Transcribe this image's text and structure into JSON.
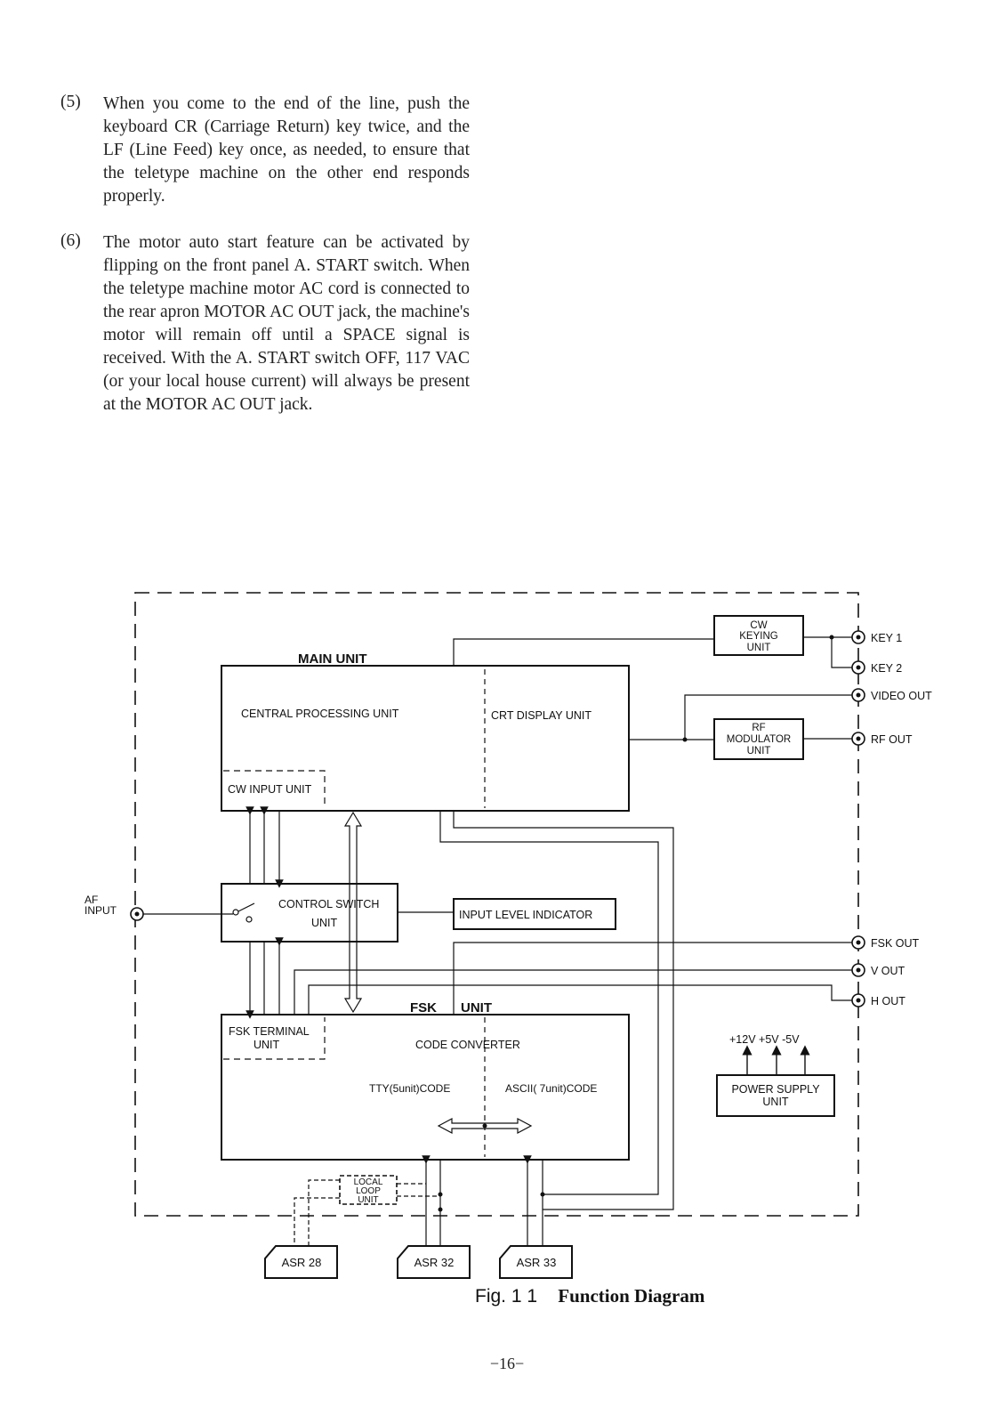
{
  "paragraphs": [
    {
      "number": "(5)",
      "text": "When you come to the end of the line, push the keyboard CR (Carriage Return) key twice, and the LF (Line Feed) key once, as needed, to ensure that the teletype machine on the other end responds properly."
    },
    {
      "number": "(6)",
      "text": "The motor auto start feature can be activated by flipping on the front panel A. START switch. When the teletype machine motor AC cord is connected to the rear apron MOTOR AC OUT jack, the machine's motor will remain off until a SPACE signal is received. With the A. START switch OFF, 117 VAC (or your local house current) will always be present at the MOTOR AC OUT jack."
    }
  ],
  "diagram": {
    "main_unit": "MAIN UNIT",
    "cpu": "CENTRAL PROCESSING UNIT",
    "crt": "CRT DISPLAY UNIT",
    "cw_input": "CW INPUT UNIT",
    "cw_keying": [
      "CW",
      "KEYING",
      "UNIT"
    ],
    "rf_modulator": [
      "RF",
      "MODULATOR",
      "UNIT"
    ],
    "control_switch": [
      "CONTROL SWITCH",
      "UNIT"
    ],
    "input_level": "INPUT LEVEL INDICATOR",
    "fsk_unit": [
      "FSK",
      "UNIT"
    ],
    "fsk_terminal": [
      "FSK TERMINAL",
      "UNIT"
    ],
    "code_converter": "CODE CONVERTER",
    "tty_code": "TTY(5unit)CODE",
    "ascii_code": "ASCII( 7unit)CODE",
    "power_supply": [
      "POWER SUPPLY",
      "UNIT"
    ],
    "voltages": "+12V +5V -5V",
    "local_loop": [
      "LOCAL",
      "LOOP",
      "UNIT"
    ],
    "af_input": [
      "AF",
      "INPUT"
    ],
    "outputs": {
      "key1": "KEY 1",
      "key2": "KEY 2",
      "video_out": "VIDEO OUT",
      "rf_out": "RF OUT",
      "fsk_out": "FSK OUT",
      "v_out": "V OUT",
      "h_out": "H OUT"
    },
    "terminals": [
      "ASR 28",
      "ASR 32",
      "ASR 33"
    ]
  },
  "caption": {
    "figure": "Fig. 1 1",
    "title": "Function Diagram"
  },
  "page_number": "−16−"
}
